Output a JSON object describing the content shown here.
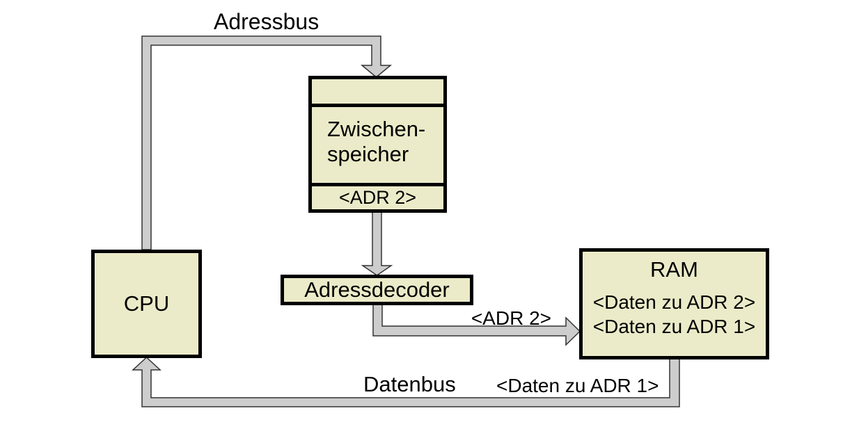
{
  "colors": {
    "node_fill": "#ebebc9",
    "node_border": "#000000",
    "bus_fill": "#cdcdcd",
    "bus_stroke": "#333333",
    "text": "#000000",
    "background": "#ffffff"
  },
  "bus_labels": {
    "address_bus": "Adressbus",
    "data_bus": "Datenbus",
    "adr2": "<ADR 2>",
    "daten_adr1": "<Daten zu ADR 1>"
  },
  "nodes": {
    "cpu": {
      "label": "CPU"
    },
    "zwischenspeicher": {
      "name_line1": "Zwischen-",
      "name_line2": "speicher",
      "register": "<ADR 2>"
    },
    "adressdecoder": {
      "label": "Adressdecoder"
    },
    "ram": {
      "label": "RAM",
      "row1": "<Daten zu ADR 2>",
      "row2": "<Daten zu ADR 1>"
    }
  }
}
